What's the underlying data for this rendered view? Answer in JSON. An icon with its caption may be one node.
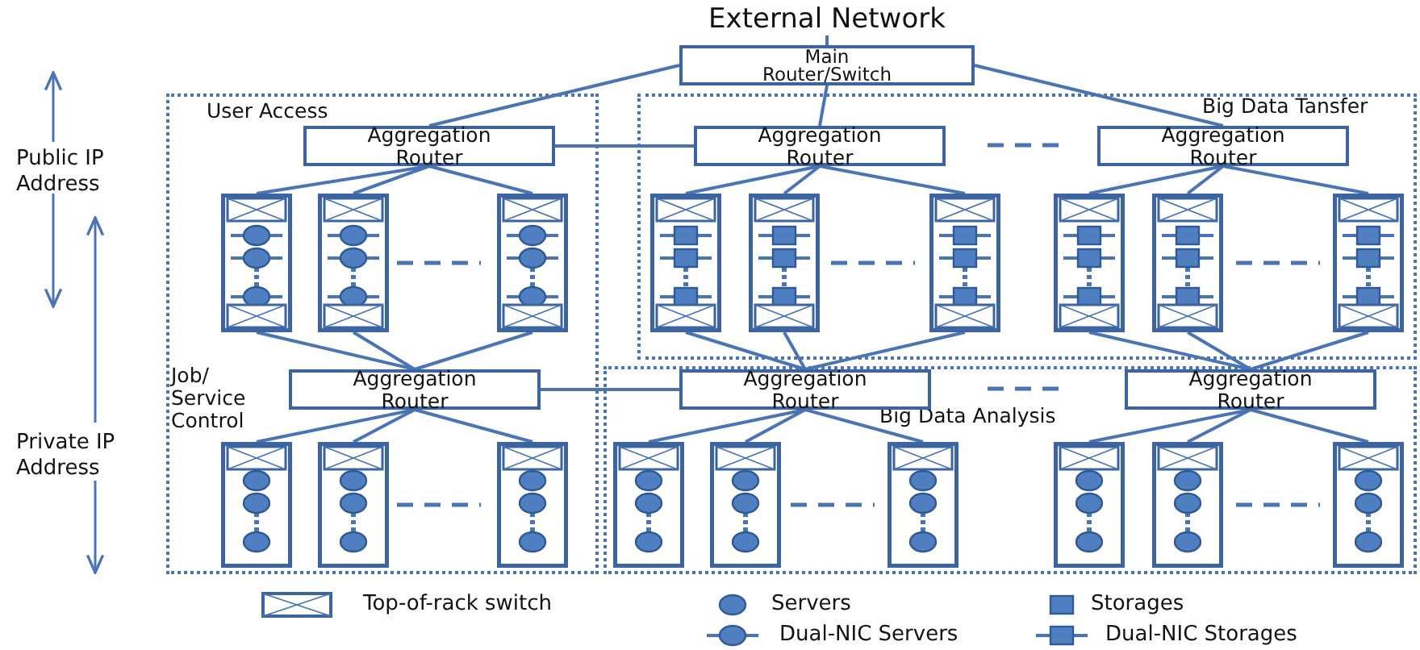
{
  "diagram": {
    "nodes": [
      {
        "text": [
          "External Network"
        ]
      },
      {
        "text": [
          "Main Router/Switch"
        ]
      },
      {
        "text": [
          "User Access",
          "Job/ Service Control"
        ]
      },
      {
        "text": [
          "Aggregation Router"
        ],
        "in": 2
      },
      {
        "text": [
          "Aggregation Router"
        ],
        "in": 2
      },
      {
        "text": [],
        "shape": "box",
        "in": 2
      },
      {
        "text": [],
        "shape": "box",
        "in": 2
      },
      {
        "text": [],
        "shape": "box",
        "in": 2
      },
      {
        "text": [],
        "shape": "box",
        "in": 2
      },
      {
        "text": [],
        "shape": "box",
        "in": 2
      },
      {
        "text": [],
        "shape": "box",
        "in": 2
      },
      {
        "text": [
          "Big Data Tansfer"
        ]
      },
      {
        "text": [
          "Aggregation Router"
        ],
        "in": 11
      },
      {
        "text": [
          "Aggregation Router"
        ],
        "in": 11
      },
      {
        "text": [],
        "shape": "box",
        "in": 11
      },
      {
        "text": [],
        "shape": "box",
        "in": 11
      },
      {
        "text": [],
        "shape": "box",
        "in": 11
      },
      {
        "text": [],
        "shape": "box",
        "in": 11
      },
      {
        "text": [],
        "shape": "box",
        "in": 11
      },
      {
        "text": [],
        "shape": "box",
        "in": 11
      },
      {
        "text": [
          "Big Data Analysis"
        ]
      },
      {
        "text": [
          "Aggregation Router"
        ],
        "in": 20
      },
      {
        "text": [
          "Aggregation Router"
        ],
        "in": 20
      },
      {
        "text": [],
        "shape": "box",
        "in": 20
      },
      {
        "text": [],
        "shape": "box",
        "in": 20
      },
      {
        "text": [],
        "shape": "box",
        "in": 20
      },
      {
        "text": [],
        "shape": "box",
        "in": 20
      },
      {
        "text": [],
        "shape": "box",
        "in": 20
      },
      {
        "text": [],
        "shape": "box",
        "in": 20
      }
    ],
    "edges": [
      {
        "from": 0,
        "to": 1,
        "arrow": "none"
      },
      {
        "from": 1,
        "to": 3,
        "arrow": "none"
      },
      {
        "from": 1,
        "to": 12,
        "arrow": "none"
      },
      {
        "from": 1,
        "to": 13,
        "arrow": "none"
      },
      {
        "from": 3,
        "to": 12,
        "arrow": "none"
      },
      {
        "from": 3,
        "to": 5,
        "arrow": "none"
      },
      {
        "from": 3,
        "to": 6,
        "arrow": "none"
      },
      {
        "from": 3,
        "to": 7,
        "arrow": "none"
      },
      {
        "from": 5,
        "to": 4,
        "arrow": "none"
      },
      {
        "from": 6,
        "to": 4,
        "arrow": "none"
      },
      {
        "from": 7,
        "to": 4,
        "arrow": "none"
      },
      {
        "from": 4,
        "to": 21,
        "arrow": "none"
      },
      {
        "from": 4,
        "to": 8,
        "arrow": "none"
      },
      {
        "from": 4,
        "to": 9,
        "arrow": "none"
      },
      {
        "from": 4,
        "to": 10,
        "arrow": "none"
      },
      {
        "from": 12,
        "to": 14,
        "arrow": "none"
      },
      {
        "from": 12,
        "to": 15,
        "arrow": "none"
      },
      {
        "from": 12,
        "to": 16,
        "arrow": "none"
      },
      {
        "from": 13,
        "to": 17,
        "arrow": "none"
      },
      {
        "from": 13,
        "to": 18,
        "arrow": "none"
      },
      {
        "from": 13,
        "to": 19,
        "arrow": "none"
      },
      {
        "from": 14,
        "to": 21,
        "arrow": "none"
      },
      {
        "from": 15,
        "to": 21,
        "arrow": "none"
      },
      {
        "from": 16,
        "to": 21,
        "arrow": "none"
      },
      {
        "from": 17,
        "to": 22,
        "arrow": "none"
      },
      {
        "from": 18,
        "to": 22,
        "arrow": "none"
      },
      {
        "from": 19,
        "to": 22,
        "arrow": "none"
      },
      {
        "from": 21,
        "to": 23,
        "arrow": "none"
      },
      {
        "from": 21,
        "to": 24,
        "arrow": "none"
      },
      {
        "from": 21,
        "to": 25,
        "arrow": "none"
      },
      {
        "from": 22,
        "to": 26,
        "arrow": "none"
      },
      {
        "from": 22,
        "to": 27,
        "arrow": "none"
      },
      {
        "from": 22,
        "to": 28,
        "arrow": "none"
      }
    ],
    "labels": [
      "Public IP Address",
      "Private IP Address"
    ],
    "legend": [
      {
        "text": "Top-of-rack switch"
      },
      {
        "text": "Servers"
      },
      {
        "text": "Storages"
      },
      {
        "text": "Dual-NIC Servers"
      },
      {
        "text": "Dual-NIC Storages"
      }
    ]
  }
}
